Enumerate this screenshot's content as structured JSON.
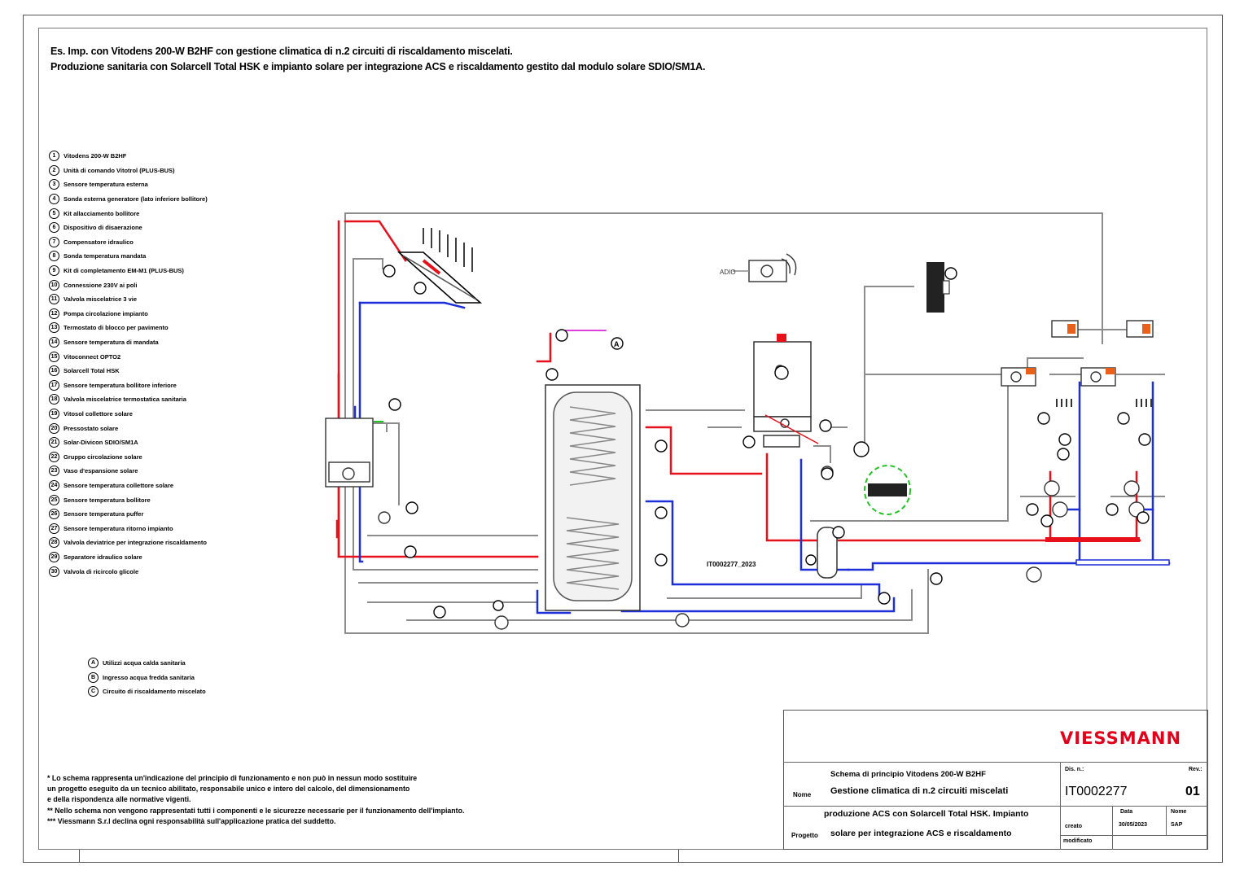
{
  "titles": {
    "line1": "Es. Imp. con Vitodens 200-W B2HF con gestione climatica di n.2 circuiti di riscaldamento miscelati.",
    "line2": "Produzione sanitaria con Solarcell Total HSK e impianto solare per integrazione ACS e riscaldamento gestito dal modulo solare SDIO/SM1A."
  },
  "legend": [
    {
      "n": "1",
      "label": "Vitodens 200-W B2HF"
    },
    {
      "n": "2",
      "label": "Unità di comando Vitotrol (PLUS-BUS)"
    },
    {
      "n": "3",
      "label": "Sensore temperatura esterna"
    },
    {
      "n": "4",
      "label": "Sonda esterna generatore (lato inferiore bollitore)"
    },
    {
      "n": "5",
      "label": "Kit allacciamento bollitore"
    },
    {
      "n": "6",
      "label": "Dispositivo di disaerazione"
    },
    {
      "n": "7",
      "label": "Compensatore idraulico"
    },
    {
      "n": "8",
      "label": "Sonda temperatura mandata"
    },
    {
      "n": "9",
      "label": "Kit di completamento EM-M1 (PLUS-BUS)"
    },
    {
      "n": "10",
      "label": "Connessione 230V ai poli"
    },
    {
      "n": "11",
      "label": "Valvola miscelatrice 3 vie"
    },
    {
      "n": "12",
      "label": "Pompa circolazione impianto"
    },
    {
      "n": "13",
      "label": "Termostato di blocco per pavimento"
    },
    {
      "n": "14",
      "label": "Sensore temperatura di mandata"
    },
    {
      "n": "15",
      "label": "Vitoconnect OPTO2"
    },
    {
      "n": "16",
      "label": "Solarcell Total HSK"
    },
    {
      "n": "17",
      "label": "Sensore temperatura bollitore inferiore"
    },
    {
      "n": "18",
      "label": "Valvola miscelatrice termostatica sanitaria"
    },
    {
      "n": "19",
      "label": "Vitosol collettore solare"
    },
    {
      "n": "20",
      "label": "Pressostato solare"
    },
    {
      "n": "21",
      "label": "Solar-Divicon SDIO/SM1A"
    },
    {
      "n": "22",
      "label": "Gruppo circolazione solare"
    },
    {
      "n": "23",
      "label": "Vaso d'espansione solare"
    },
    {
      "n": "24",
      "label": "Sensore temperatura collettore solare"
    },
    {
      "n": "25",
      "label": "Sensore temperatura bollitore"
    },
    {
      "n": "26",
      "label": "Sensore temperatura puffer"
    },
    {
      "n": "27",
      "label": "Sensore temperatura ritorno impianto"
    },
    {
      "n": "28",
      "label": "Valvola deviatrice per integrazione riscaldamento"
    },
    {
      "n": "29",
      "label": "Separatore idraulico solare"
    },
    {
      "n": "30",
      "label": "Valvola di ricircolo glicole"
    }
  ],
  "legend2": [
    {
      "n": "A",
      "label": "Utilizzi acqua calda sanitaria"
    },
    {
      "n": "B",
      "label": "Ingresso acqua fredda sanitaria"
    },
    {
      "n": "C",
      "label": "Circuito di riscaldamento miscelato"
    }
  ],
  "notes": [
    "* Lo schema rappresenta un'indicazione del principio di funzionamento e non può in nessun modo sostituire",
    "  un progetto eseguito da un tecnico abilitato, responsabile unico e intero del calcolo, del dimensionamento",
    "  e della rispondenza alle normative vigenti.",
    "** Nello schema non vengono rappresentati tutti i componenti e le sicurezze necessarie per il funzionamento dell'impianto.",
    "*** Viessmann S.r.l declina ogni responsabilità sull'applicazione pratica del suddetto."
  ],
  "diagram_labels": {
    "adio": "ADIO",
    "code_label": "IT0002277_2023",
    "hw_a": "A"
  },
  "title_block": {
    "brand": "VIESSMANN",
    "scheme_line1": "Schema di principio Vitodens 200-W B2HF",
    "scheme_line2": "Gestione climatica di n.2 circuiti miscelati",
    "scheme_line3": "produzione ACS con Solarcell Total HSK. Impianto",
    "scheme_line4": "solare per  integrazione ACS e riscaldamento",
    "nome_label": "Nome",
    "progetto_label": "Progetto",
    "dis_n_label": "Dis. n.:",
    "rev_label": "Rev.:",
    "drawing_no": "IT0002277",
    "revision": "01",
    "data_label": "Data",
    "nome2_label": "Nome",
    "creato_label": "creato",
    "modificato_label": "modificato",
    "date_value": "30/05/2023",
    "author_value": "SAP"
  },
  "colors": {
    "red": "#e8101a",
    "blue": "#1c2fd8",
    "gray": "#8c8c8c",
    "magenta": "#d000d0",
    "green": "#22c422",
    "brand": "#e3001b"
  }
}
